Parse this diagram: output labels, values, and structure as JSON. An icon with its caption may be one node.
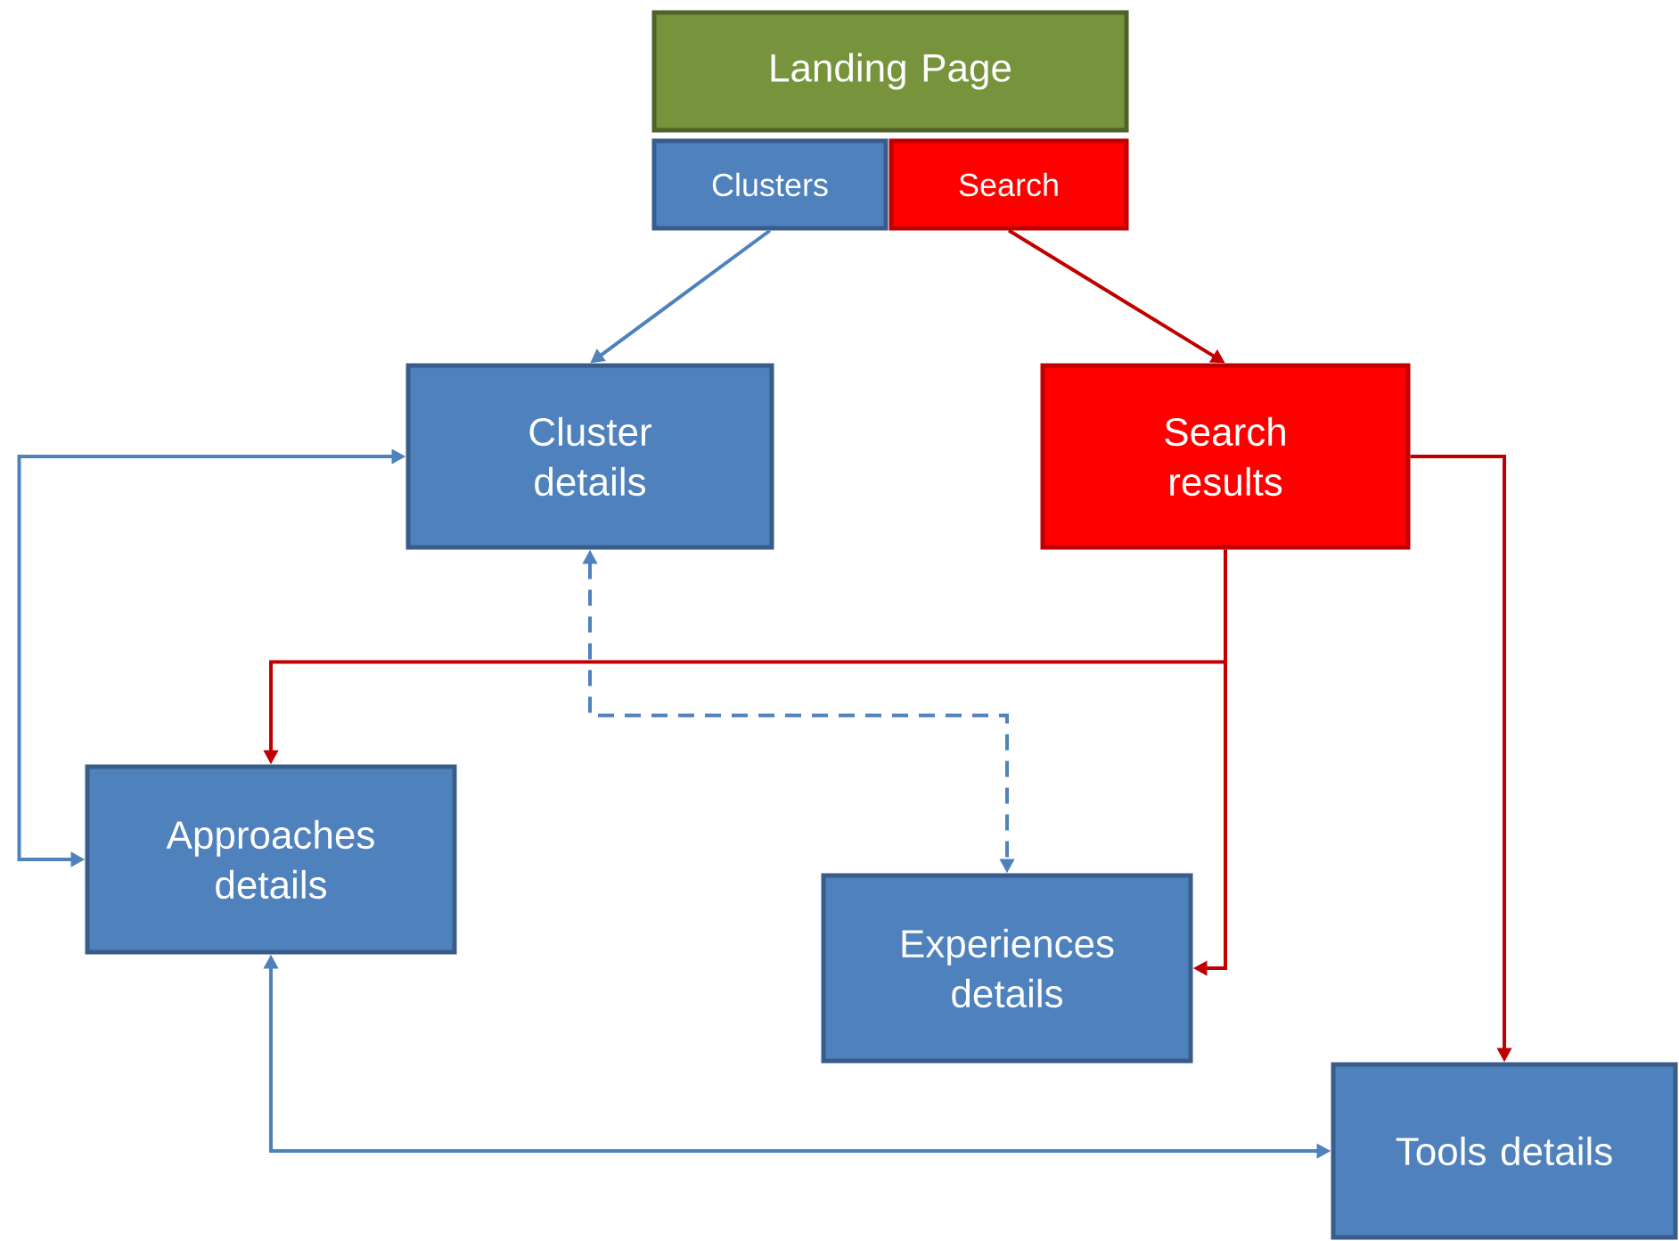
{
  "diagram": {
    "nodes": [
      {
        "text": [
          "Landing Page"
        ]
      },
      {
        "text": [
          "Clusters"
        ]
      },
      {
        "text": [
          "Search"
        ]
      },
      {
        "text": [
          "Cluster details"
        ]
      },
      {
        "text": [
          "Search results"
        ]
      },
      {
        "text": [
          "Approaches details"
        ]
      },
      {
        "text": [
          "Experiences details"
        ]
      },
      {
        "text": [
          "Tools details"
        ]
      }
    ],
    "edges": [
      {
        "from": 1,
        "to": 3,
        "arrow": "to",
        "color": "#4f81bd"
      },
      {
        "from": 2,
        "to": 4,
        "arrow": "to",
        "color": "#c00000"
      },
      {
        "from": 3,
        "to": 5,
        "arrow": "both",
        "color": "#4f81bd"
      },
      {
        "from": 3,
        "to": 6,
        "arrow": "both",
        "style": "dashed",
        "color": "#4f81bd"
      },
      {
        "from": 4,
        "to": 5,
        "arrow": "to",
        "color": "#c00000"
      },
      {
        "from": 4,
        "to": 6,
        "arrow": "to",
        "color": "#c00000"
      },
      {
        "from": 4,
        "to": 7,
        "arrow": "to",
        "color": "#c00000"
      },
      {
        "from": 5,
        "to": 7,
        "arrow": "both",
        "color": "#4f81bd"
      }
    ]
  }
}
